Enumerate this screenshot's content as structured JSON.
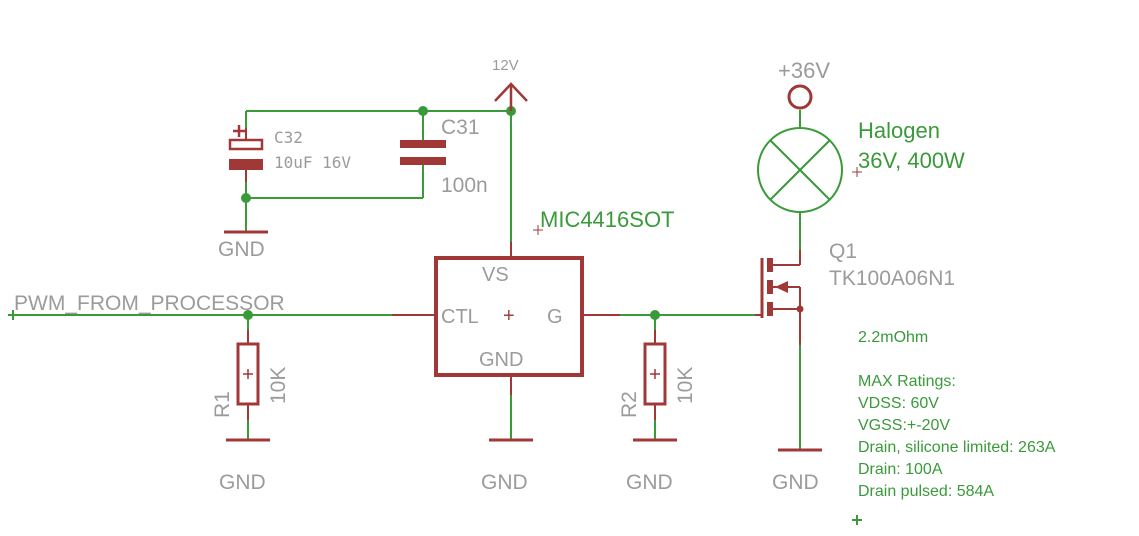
{
  "schematic": {
    "supply_12v": "12V",
    "supply_36v": "+36V",
    "input_net": "PWM_FROM_PROCESSOR",
    "gnd": "GND",
    "c32": {
      "name": "C32",
      "value": "10uF 16V"
    },
    "c31": {
      "name": "C31",
      "value": "100n"
    },
    "driver": {
      "name": "MIC4416SOT",
      "pin_vs": "VS",
      "pin_ctl": "CTL",
      "pin_g": "G",
      "pin_gnd": "GND",
      "center": "+"
    },
    "r1": {
      "name": "R1",
      "value": "10K"
    },
    "r2": {
      "name": "R2",
      "value": "10K"
    },
    "lamp": {
      "name": "Halogen",
      "value": "36V, 400W"
    },
    "q1": {
      "name": "Q1",
      "value": "TK100A06N1"
    },
    "notes": {
      "rds": "2.2mOhm",
      "title": "MAX Ratings:",
      "lines": [
        "VDSS: 60V",
        "VGSS:+-20V",
        "Drain, silicone limited: 263A",
        "Drain: 100A",
        "Drain pulsed: 584A"
      ]
    },
    "colors": {
      "net": "#3a9a3a",
      "part": "#a03838",
      "label": "#9b9b9b"
    }
  }
}
